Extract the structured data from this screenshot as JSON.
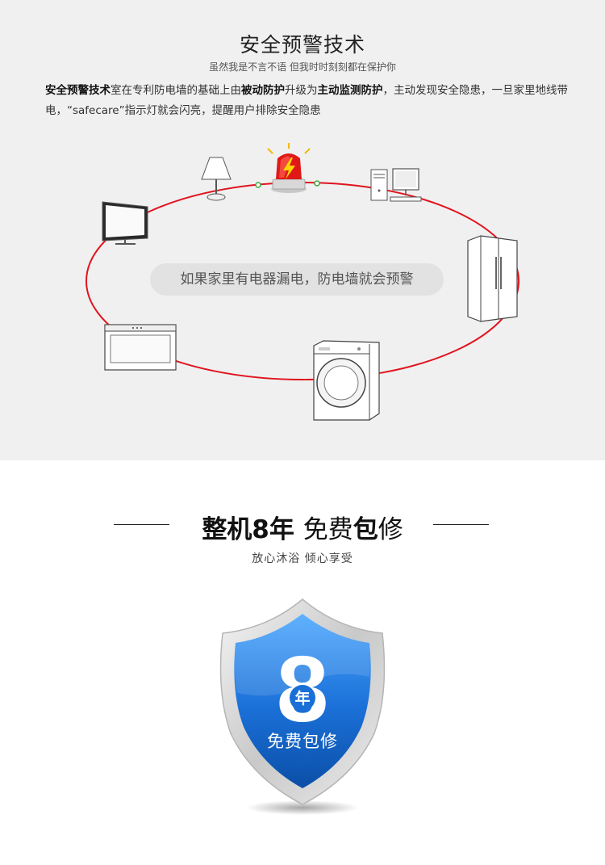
{
  "safety": {
    "title": "安全预警技术",
    "subtitle": "虽然我是不言不语  但我时时刻刻都在保护你",
    "desc": {
      "b1": "安全预警技术",
      "t1": "室在专利防电墙的基础上由",
      "b2": "被动防护",
      "t2": "升级为",
      "b3": "主动监测防护",
      "t3": "，主动发现安全隐患，一旦家里地线带电，“safecare”指示灯就会闪亮，提醒用户排除安全隐患"
    },
    "center_label": "如果家里有电器漏电，防电墙就会预警",
    "ring_color": "#e0141e"
  },
  "warranty": {
    "title_bold": "整机8年",
    "title_light1": "免费",
    "title_bold2": "包",
    "title_light2": "修",
    "subtitle": "放心沐浴  倾心享受",
    "badge_number": "8",
    "badge_unit": "年",
    "badge_caption": "免费包修",
    "badge_color": "#1a6fd6"
  }
}
